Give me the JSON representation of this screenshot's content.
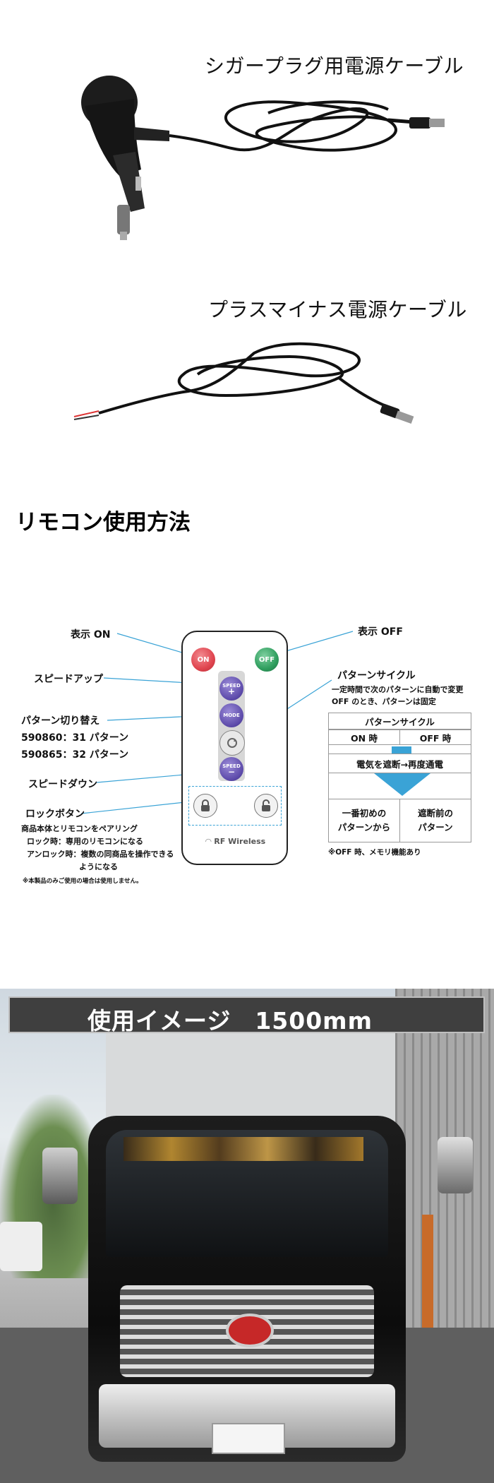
{
  "products": {
    "cigar_cable_caption": "シガープラグ用電源ケーブル",
    "plus_minus_cable_caption": "プラスマイナス電源ケーブル"
  },
  "remote_section": {
    "heading": "リモコン使用方法",
    "callouts": {
      "display_on": "表示 ON",
      "display_off": "表示 OFF",
      "speed_up": "スピードアップ",
      "pattern_switch": "パターン切り替え",
      "pattern_a": "590860：31 パターン",
      "pattern_b": "590865：32 パターン",
      "speed_down": "スピードダウン",
      "lock_button": "ロックボタン",
      "lock_desc_1": "商品本体とリモコンをペアリング",
      "lock_desc_2": "ロック時：専用のリモコンになる",
      "lock_desc_3": "アンロック時：複数の同商品を操作できる",
      "lock_desc_4": "ようになる",
      "footnote": "※本製品のみご使用の場合は使用しません。",
      "pattern_cycle": "パターンサイクル",
      "pattern_cycle_desc_1": "一定時間で次のパターンに自動で変更",
      "pattern_cycle_desc_2": "OFF のとき、パターンは固定"
    },
    "remote_labels": {
      "on": "ON",
      "off": "OFF",
      "speed_plus_top": "SPEED",
      "speed_plus_sym": "+",
      "mode": "MODE",
      "speed_minus_top": "SPEED",
      "speed_minus_sym": "−",
      "brand": "RF Wireless"
    },
    "cycle_table": {
      "title": "パターンサイクル",
      "on_col": "ON 時",
      "off_col": "OFF 時",
      "cut_power": "電気を遮断→再度通電",
      "on_result_1": "一番初めの",
      "on_result_2": "パターンから",
      "off_result_1": "遮断前の",
      "off_result_2": "パターン",
      "note": "※OFF 時、メモリ機能あり"
    }
  },
  "usage": {
    "banner": "使用イメージ　1500mm"
  },
  "colors": {
    "on_button": "#e0454f",
    "off_button": "#2f9e5e",
    "mode_button": "#5a48a8",
    "callout_line": "#3aa3d6",
    "arrow": "#3aa3d6"
  }
}
